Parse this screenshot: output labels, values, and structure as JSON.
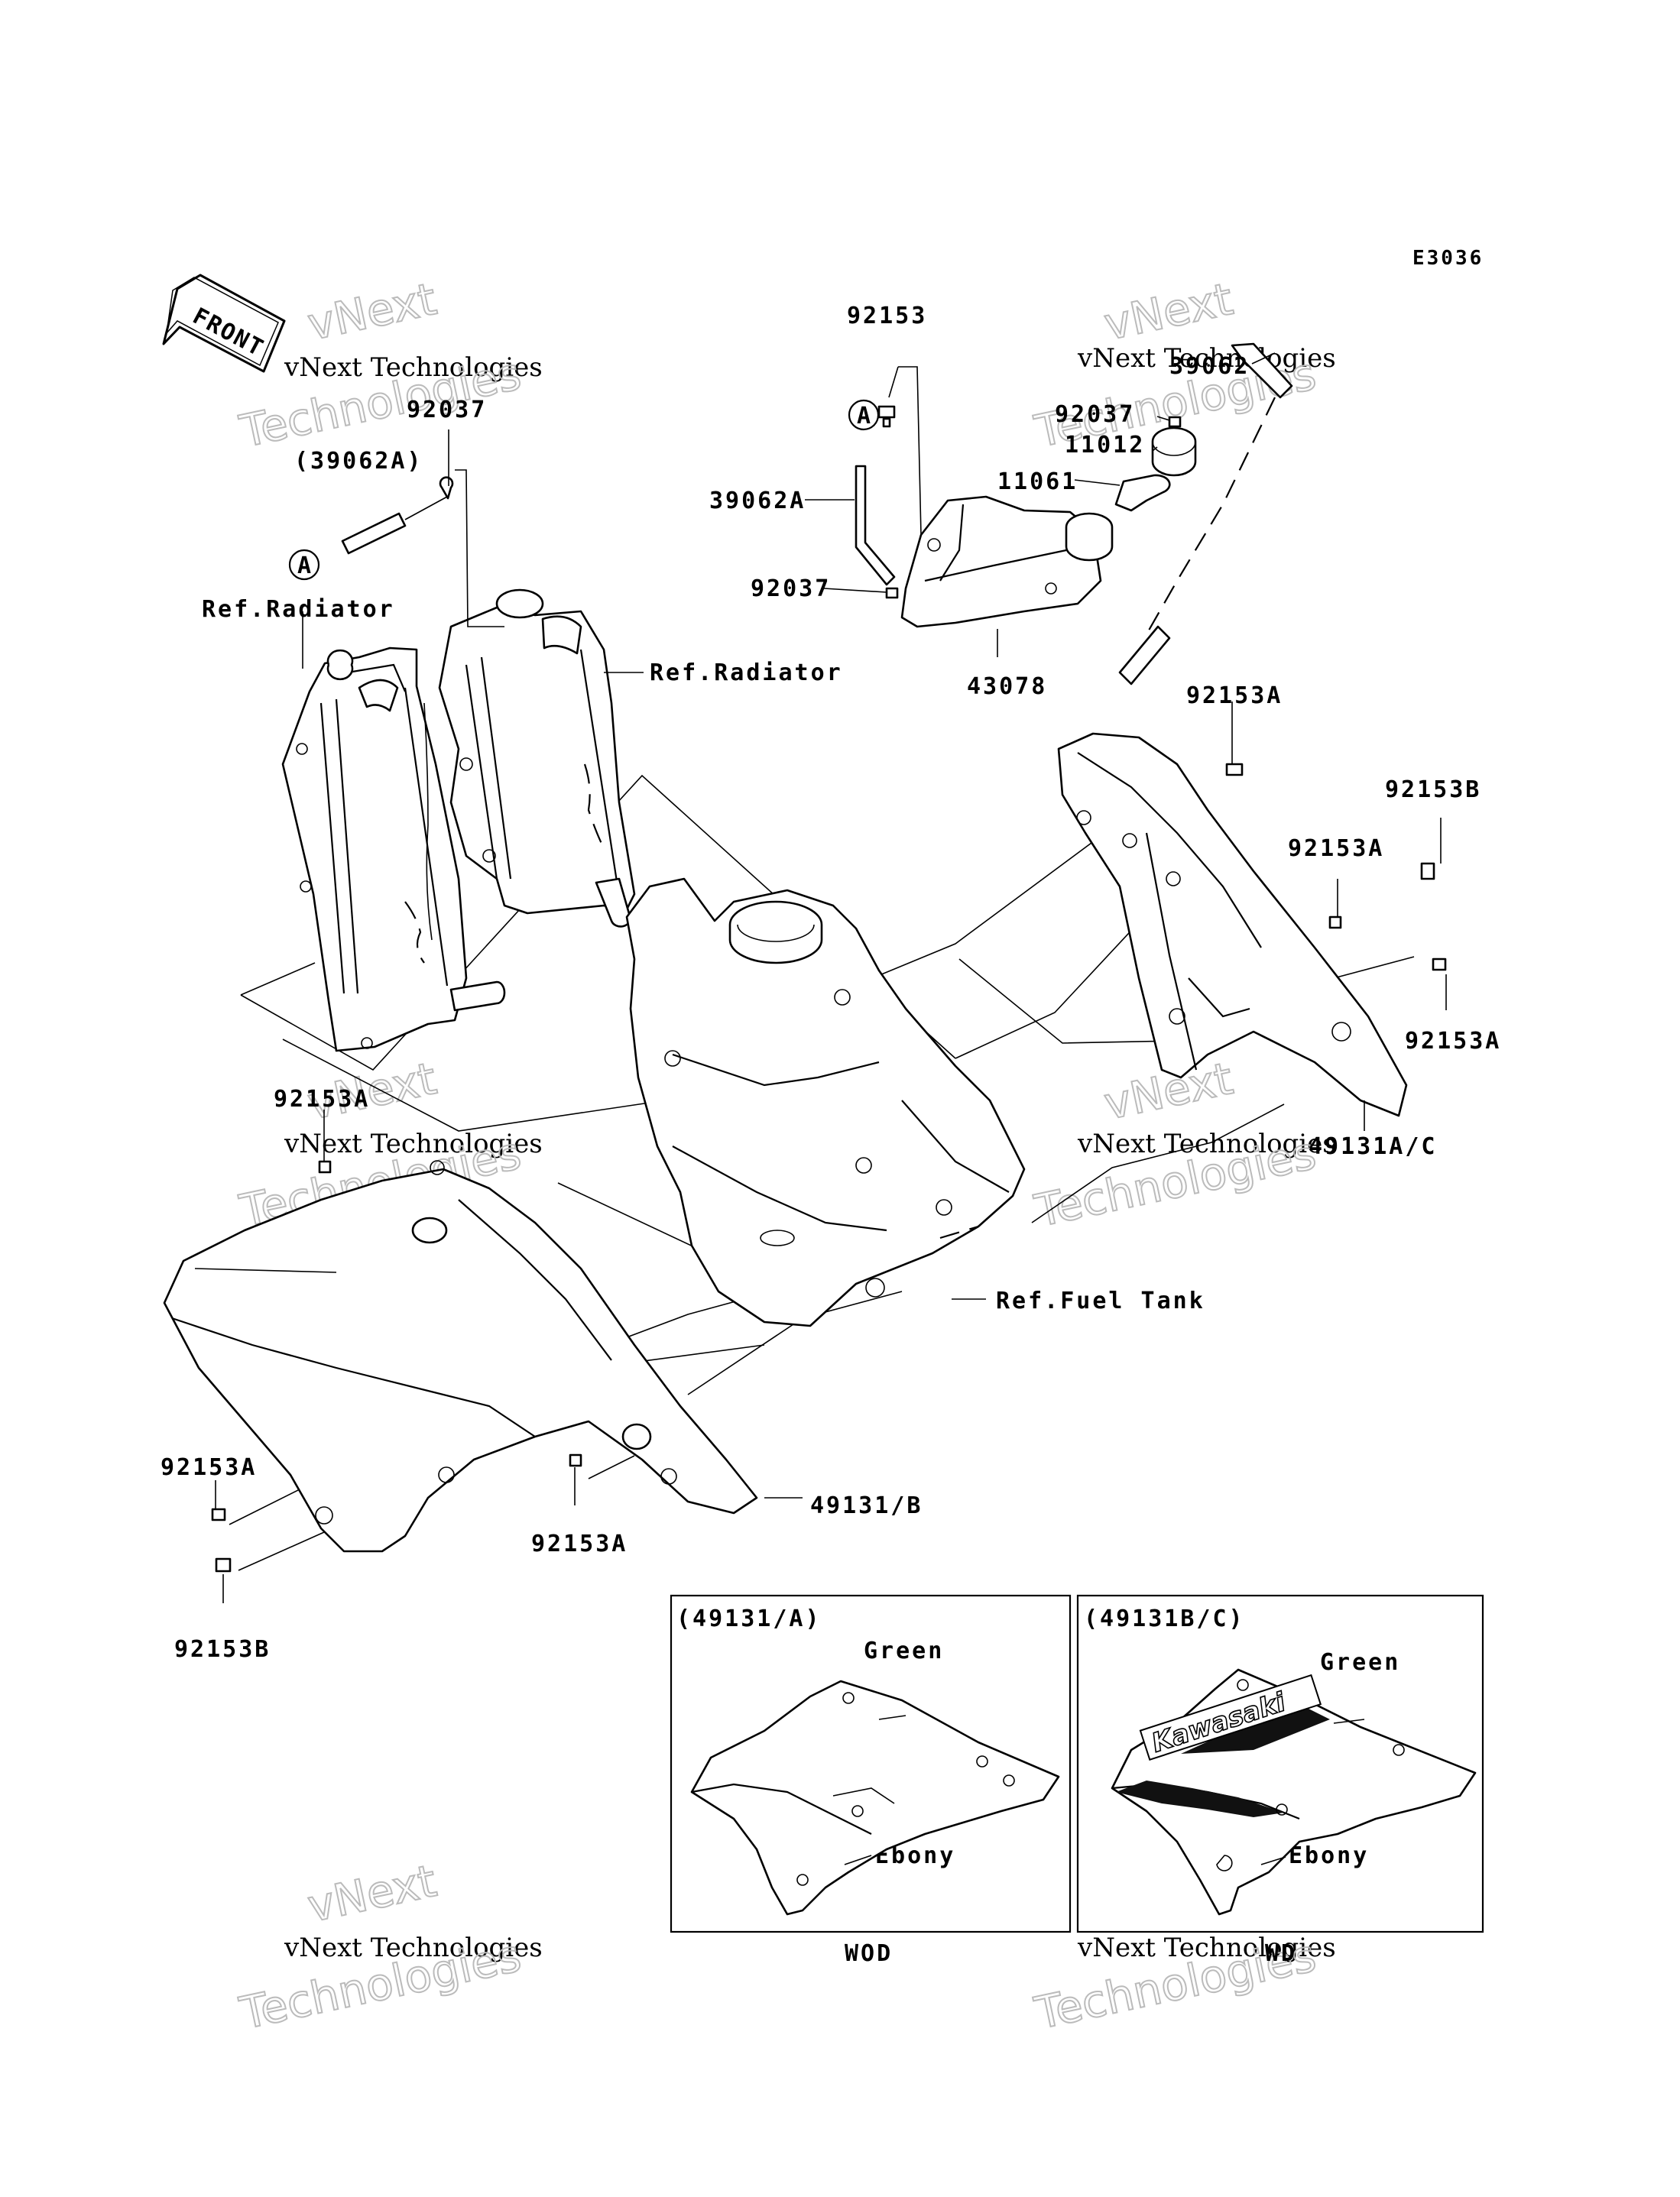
{
  "diagram_code": "E3036",
  "front_label": "FRONT",
  "watermark": {
    "line": "vNext Technologies",
    "big_top": "vNext",
    "big_bottom": "Technologies"
  },
  "callout_A": "A",
  "labels": {
    "p92153_top": "92153",
    "p92037_left": "92037",
    "p39062A_paren": "(39062A)",
    "ref_radiator_left": "Ref.Radiator",
    "ref_radiator_right": "Ref.Radiator",
    "p39062": "39062",
    "p92037_right": "92037",
    "p11012": "11012",
    "p11061": "11061",
    "p39062A": "39062A",
    "p92037_mid": "92037",
    "p43078": "43078",
    "p92153A_1": "92153A",
    "p92153B_1": "92153B",
    "p92153A_2": "92153A",
    "p92153A_3": "92153A",
    "p49131AC": "49131A/C",
    "p92153A_4": "92153A",
    "ref_fuel_tank": "Ref.Fuel Tank",
    "p92153A_5": "92153A",
    "p92153A_6": "92153A",
    "p49131B": "49131/B",
    "p92153B_2": "92153B"
  },
  "inset_left": {
    "title": "(49131/A)",
    "green": "Green",
    "ebony": "Ebony",
    "caption": "WOD"
  },
  "inset_right": {
    "title": "(49131B/C)",
    "green": "Green",
    "ebony": "Ebony",
    "caption": "WD",
    "logo_text": "Kawasaki"
  }
}
